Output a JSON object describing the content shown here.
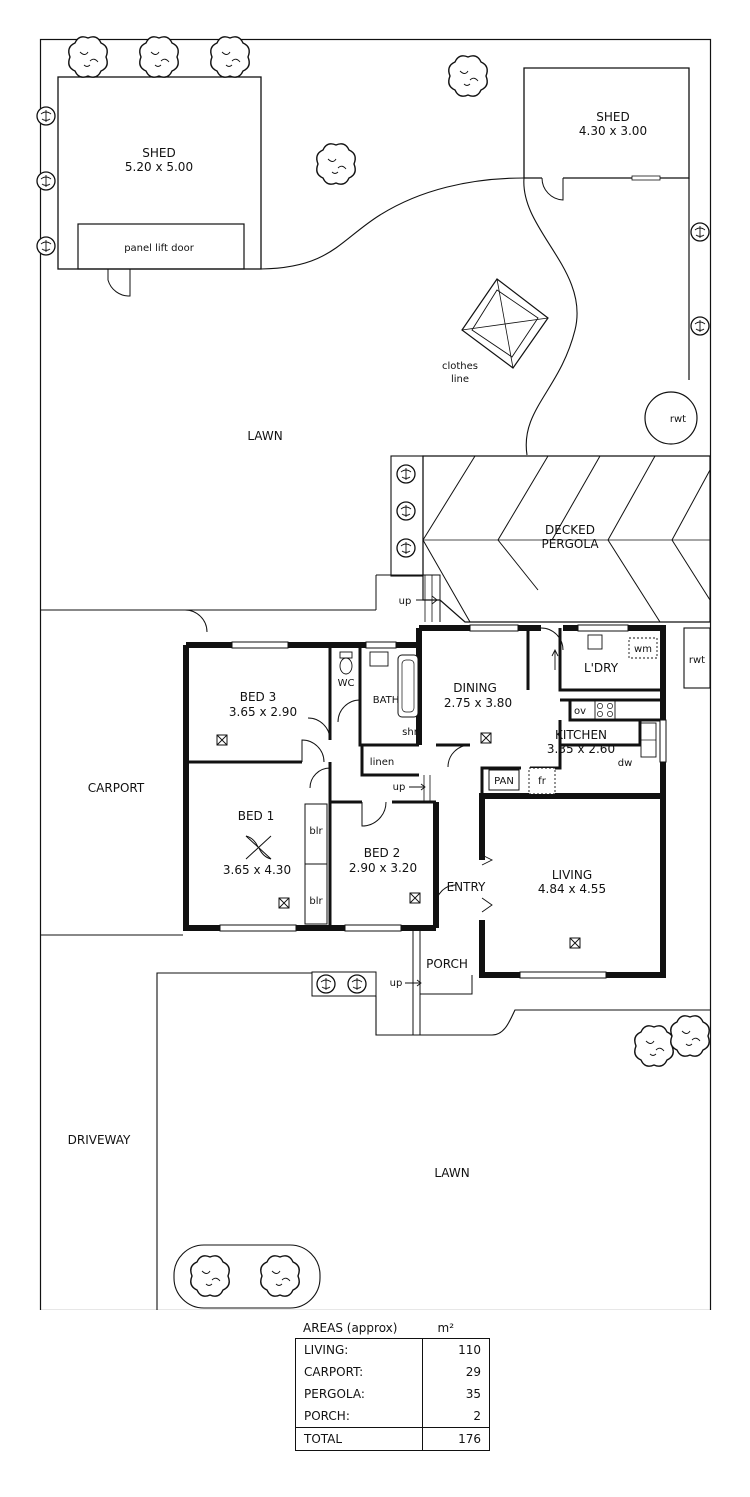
{
  "rooms": {
    "shed_large": {
      "name": "SHED",
      "dims": "5.20 x 5.00"
    },
    "panel_lift_door": "panel lift door",
    "shed_small": {
      "name": "SHED",
      "dims": "4.30 x 3.00"
    },
    "clothes_line": [
      "clothes",
      "line"
    ],
    "rwt": "rwt",
    "lawn_back": "LAWN",
    "pergola": [
      "DECKED",
      "PERGOLA"
    ],
    "up_labels": [
      "up",
      "up",
      "up"
    ],
    "bed3": {
      "name": "BED 3",
      "dims": "3.65 x 2.90"
    },
    "wc": "WC",
    "bath": "BATH",
    "shr": "shr",
    "linen": "linen",
    "dining": {
      "name": "DINING",
      "dims": "2.75 x 3.80"
    },
    "laundry": "L'DRY",
    "wm": "wm",
    "ov": "ov",
    "kitchen": {
      "name": "KITCHEN",
      "dims": "3.35 x 2.60"
    },
    "dw": "dw",
    "pan": "PAN",
    "fr": "fr",
    "carport": "CARPORT",
    "bed1": {
      "name": "BED 1",
      "dims": "3.65 x 4.30"
    },
    "blr": [
      "blr",
      "blr"
    ],
    "bed2": {
      "name": "BED 2",
      "dims": "2.90 x 3.20"
    },
    "entry": "ENTRY",
    "living": {
      "name": "LIVING",
      "dims": "4.84 x 4.55"
    },
    "porch": "PORCH",
    "driveway": "DRIVEWAY",
    "lawn_front": "LAWN"
  },
  "areas": {
    "title": "AREAS (approx)",
    "unit": "m²",
    "rows": [
      {
        "label": "LIVING:",
        "value": "110"
      },
      {
        "label": "CARPORT:",
        "value": "29"
      },
      {
        "label": "PERGOLA:",
        "value": "35"
      },
      {
        "label": "PORCH:",
        "value": "2"
      }
    ],
    "total": {
      "label": "TOTAL",
      "value": "176"
    }
  }
}
